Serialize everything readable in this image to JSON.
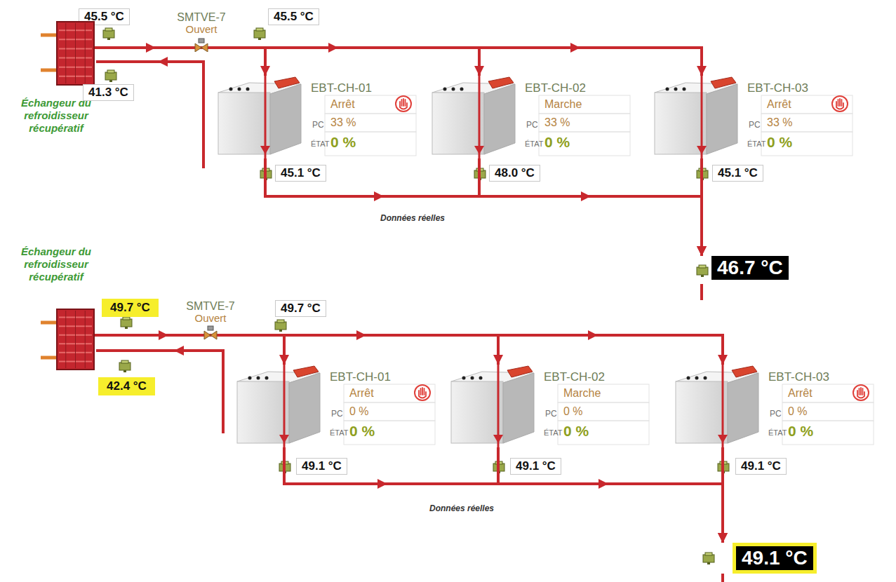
{
  "diagram": {
    "nodes": [
      {
        "text": [
          "45.5 °C"
        ]
      },
      {
        "text": [
          "SMTVE-7",
          "Ouvert"
        ]
      },
      {
        "text": [
          "45.5 °C"
        ]
      },
      {
        "text": [
          "Échangeur du refroidisseur récupératif"
        ]
      },
      {
        "text": [
          "41.3 °C"
        ]
      },
      {
        "text": [
          "EBT-CH-01",
          "Arrêt",
          "PC",
          "33 %",
          "ÉTAT",
          "0 %"
        ]
      },
      {
        "text": [
          "EBT-CH-02",
          "Marche",
          "PC",
          "33 %",
          "ÉTAT",
          "0 %"
        ]
      },
      {
        "text": [
          "EBT-CH-03",
          "Arrêt",
          "PC",
          "33 %",
          "ÉTAT",
          "0 %"
        ]
      },
      {
        "text": [
          "45.1 °C"
        ]
      },
      {
        "text": [
          "48.0 °C"
        ]
      },
      {
        "text": [
          "45.1 °C"
        ]
      },
      {
        "text": [
          "46.7 °C"
        ]
      },
      {
        "text": [
          "Échangeur du refroidisseur récupératif"
        ]
      },
      {
        "text": [
          "49.7 °C"
        ]
      },
      {
        "text": [
          "SMTVE-7",
          "Ouvert"
        ]
      },
      {
        "text": [
          "49.7 °C"
        ]
      },
      {
        "text": [
          "42.4 °C"
        ]
      },
      {
        "text": [
          "EBT-CH-01",
          "Arrêt",
          "PC",
          "0 %",
          "ÉTAT",
          "0 %"
        ]
      },
      {
        "text": [
          "EBT-CH-02",
          "Marche",
          "PC",
          "0 %",
          "ÉTAT",
          "0 %"
        ]
      },
      {
        "text": [
          "EBT-CH-03",
          "Arrêt",
          "PC",
          "0 %",
          "ÉTAT",
          "0 %"
        ]
      },
      {
        "text": [
          "49.1 °C"
        ]
      },
      {
        "text": [
          "49.1 °C"
        ]
      },
      {
        "text": [
          "49.1 °C"
        ]
      },
      {
        "text": [
          "49.1 °C"
        ]
      }
    ],
    "edges": [
      {
        "from": 3,
        "to": 1,
        "arrow": "to"
      },
      {
        "from": 1,
        "to": 5,
        "arrow": "to"
      },
      {
        "from": 1,
        "to": 6,
        "arrow": "to"
      },
      {
        "from": 1,
        "to": 7,
        "arrow": "to"
      },
      {
        "from": 5,
        "to": 11,
        "arrow": "to"
      },
      {
        "from": 6,
        "to": 11,
        "arrow": "to"
      },
      {
        "from": 7,
        "to": 11,
        "arrow": "to"
      },
      {
        "from": 12,
        "to": 14,
        "arrow": "to"
      },
      {
        "from": 14,
        "to": 17,
        "arrow": "to"
      },
      {
        "from": 14,
        "to": 18,
        "arrow": "to"
      },
      {
        "from": 14,
        "to": 19,
        "arrow": "to"
      },
      {
        "from": 17,
        "to": 23,
        "arrow": "to"
      },
      {
        "from": 18,
        "to": 23,
        "arrow": "to"
      },
      {
        "from": 19,
        "to": 23,
        "arrow": "to"
      }
    ],
    "labels": [
      "Données réelles",
      "Données réelles"
    ]
  }
}
